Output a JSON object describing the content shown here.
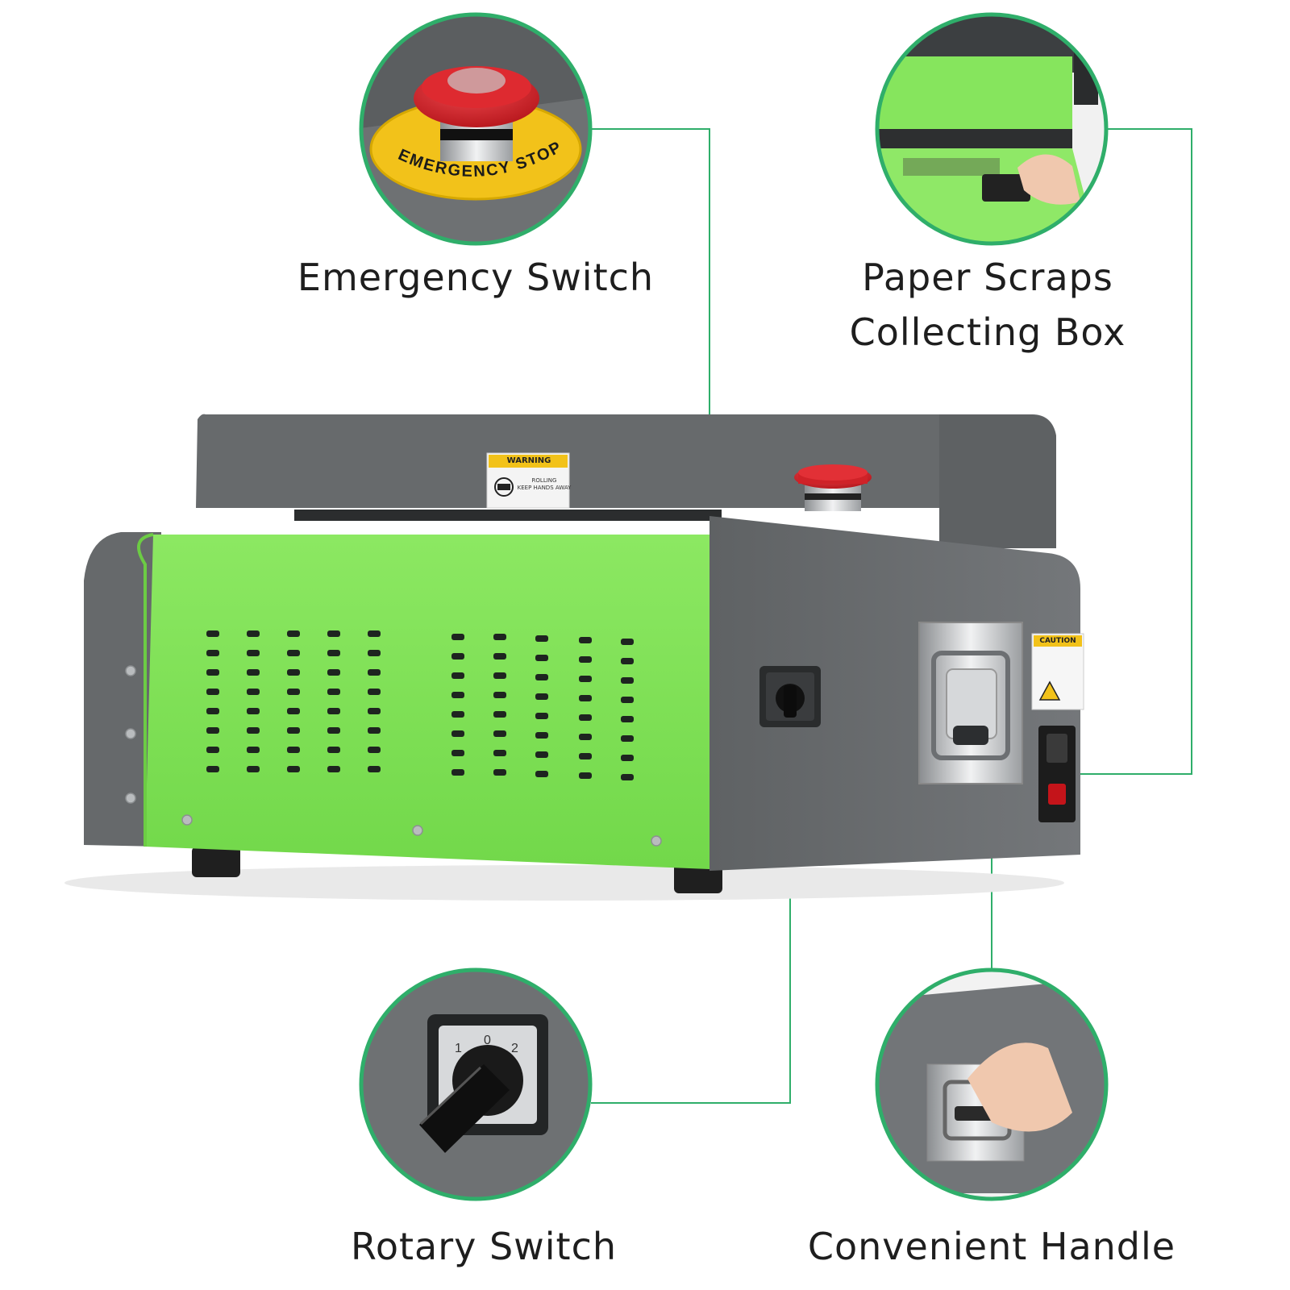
{
  "callouts": {
    "emergency_switch": "Emergency Switch",
    "paper_scraps_box": [
      "Paper Scraps",
      "Collecting Box"
    ],
    "rotary_switch": "Rotary Switch",
    "convenient_handle": "Convenient Handle"
  },
  "machine": {
    "warning_sticker": "WARNING",
    "warning_text": [
      "ROLLING",
      "KEEP HANDS AWAY"
    ],
    "caution_sticker": "CAUTION"
  },
  "emergency_stop": {
    "ring_text": "EMERGENCY STOP"
  },
  "rotary_dial": {
    "positions": [
      "1",
      "0",
      "2"
    ]
  },
  "colors": {
    "accent_green": "#7fe257",
    "callout_line": "#2fae6a",
    "body_gray": "#6b6e70",
    "button_red": "#d9252b",
    "label_yellow": "#f2c21a"
  },
  "icons": [
    "emergency-stop-button-icon",
    "scrap-drawer-icon",
    "rotary-switch-icon",
    "handle-icon",
    "power-switch-icon"
  ]
}
